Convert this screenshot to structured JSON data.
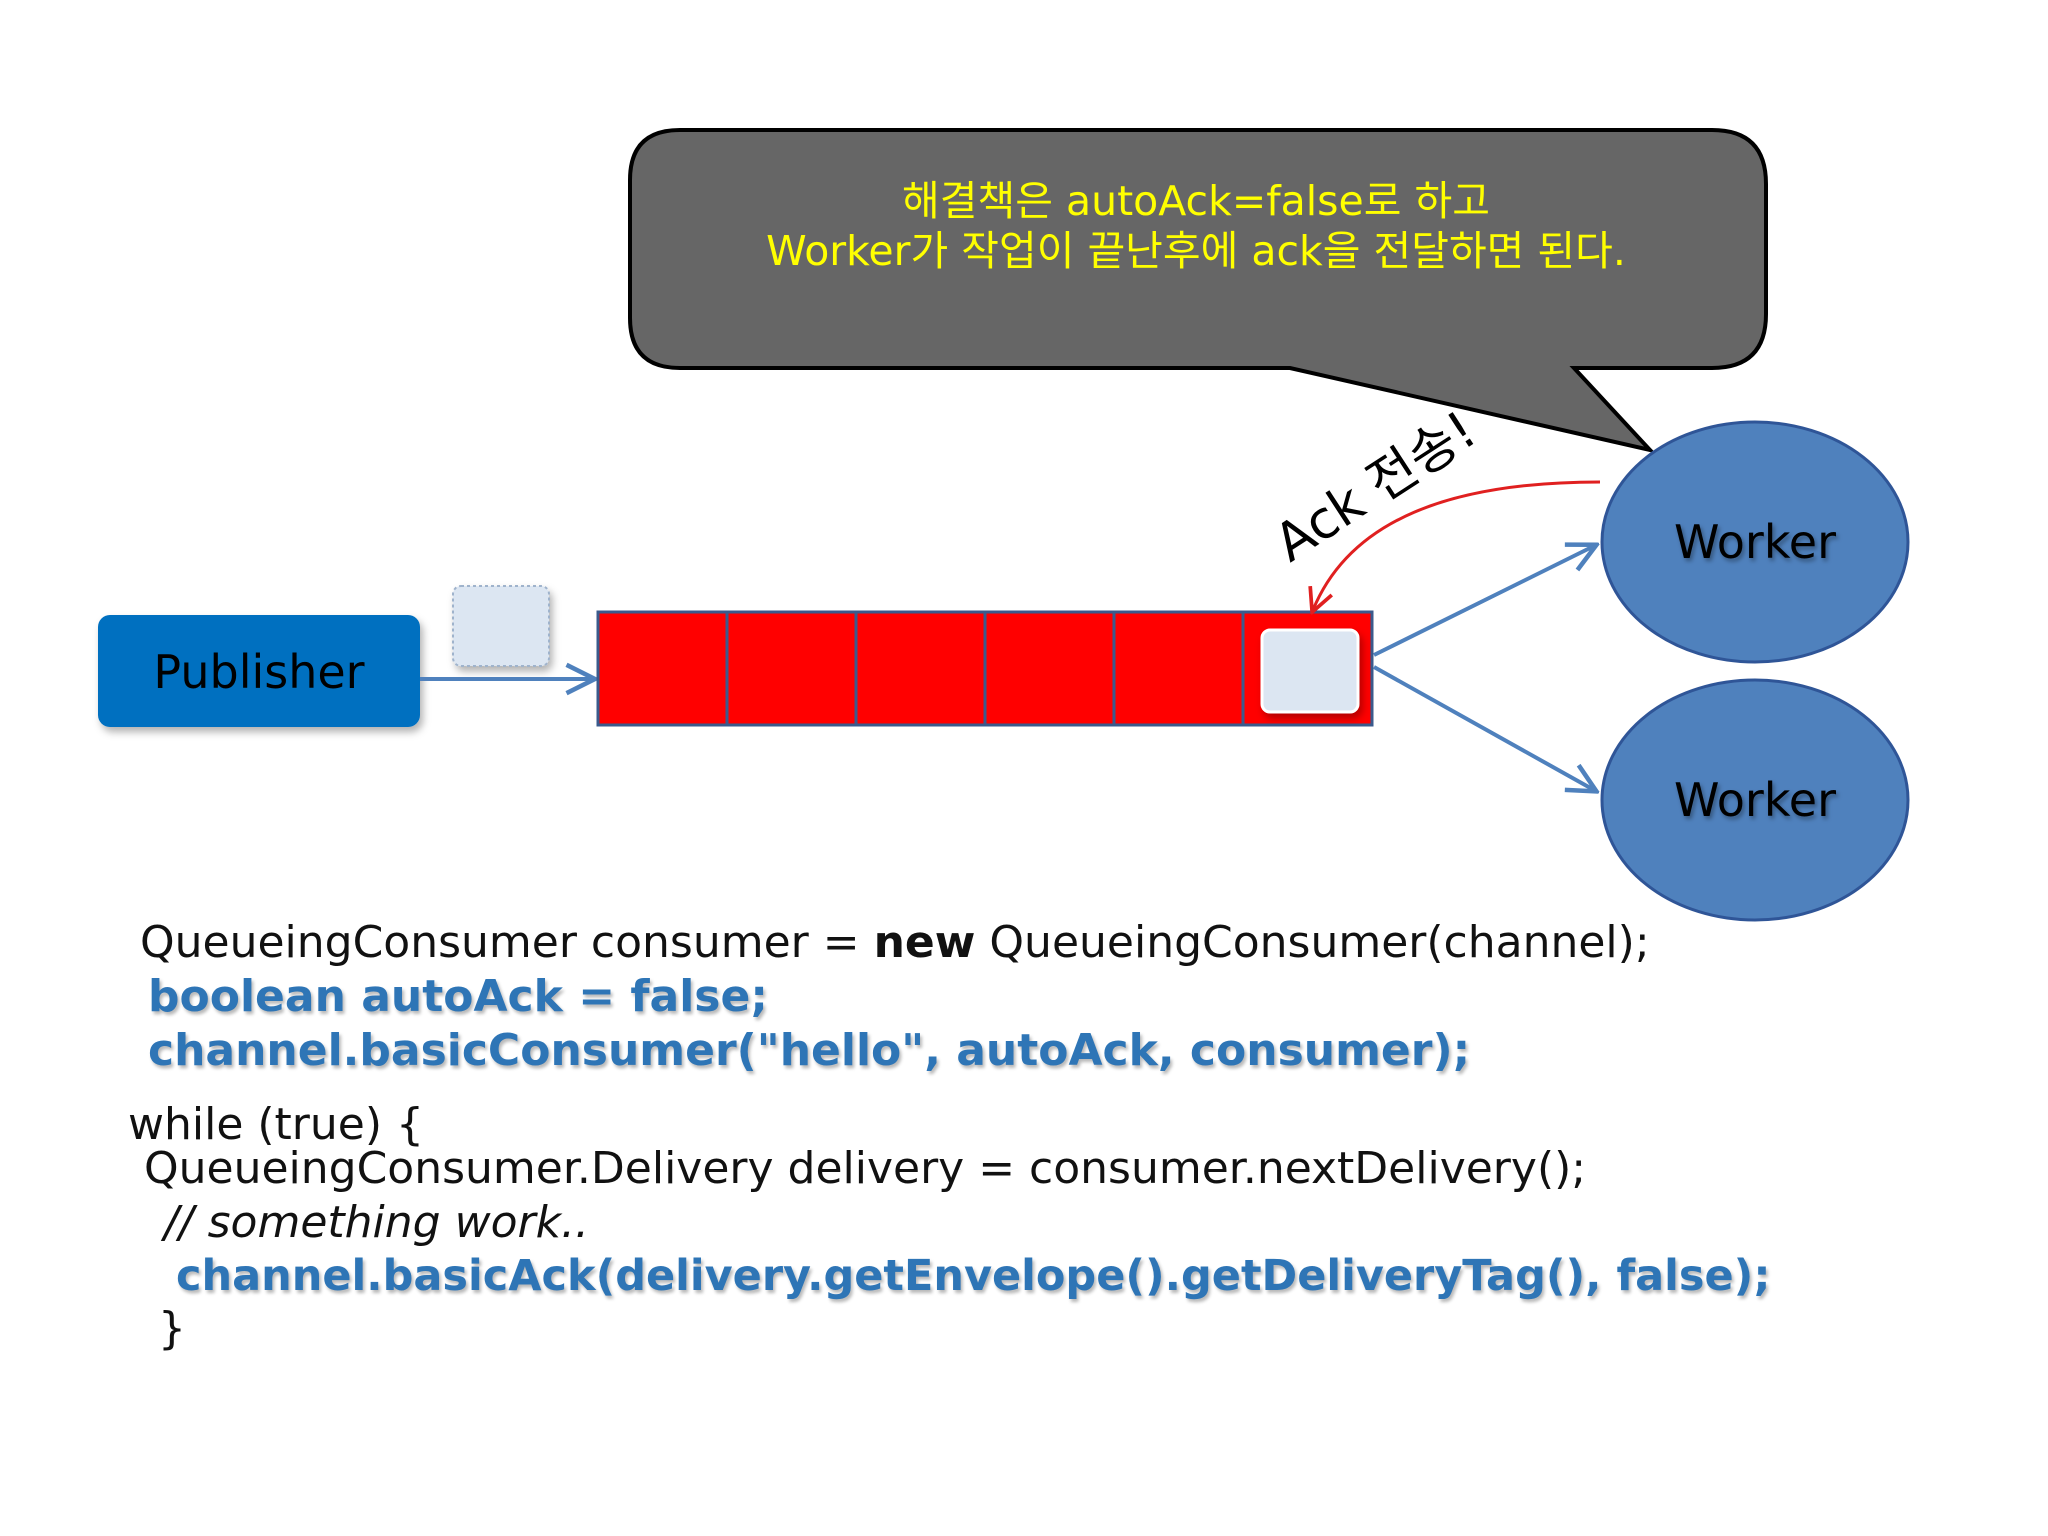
{
  "callout": {
    "line1": "해결책은 autoAck=false로 하고",
    "line2": "Worker가 작업이 끝난후에 ack을 전달하면 된다."
  },
  "ack_label": "Ack 전송!",
  "publisher": {
    "label": "Publisher"
  },
  "workers": [
    {
      "label": "Worker"
    },
    {
      "label": "Worker"
    }
  ],
  "queue": {
    "slot_count": 6
  },
  "code": {
    "line1_a": "QueueingConsumer consumer = ",
    "line1_kw": "new",
    "line1_b": " QueueingConsumer(channel);",
    "line2": "boolean autoAck = false;",
    "line3": "channel.basicConsumer(\"hello\", autoAck, consumer);",
    "line4": "while (true) {",
    "line5": "QueueingConsumer.Delivery delivery = consumer.nextDelivery();",
    "line6": "// something work..",
    "line7": "channel.basicAck(delivery.getEnvelope().getDeliveryTag(), false);",
    "line8": "}"
  },
  "colors": {
    "callout_fill": "#666666",
    "callout_text": "#ffff00",
    "queue_fill": "#ff0000",
    "queue_border": "#3a5a8c",
    "message_fill": "#dce6f2",
    "publisher_fill": "#0070c0",
    "worker_fill": "#4f81bd",
    "worker_border": "#2f5597",
    "arrow": "#4f81bd",
    "ack_arrow": "#e02020",
    "code_blue": "#2e75b6"
  }
}
